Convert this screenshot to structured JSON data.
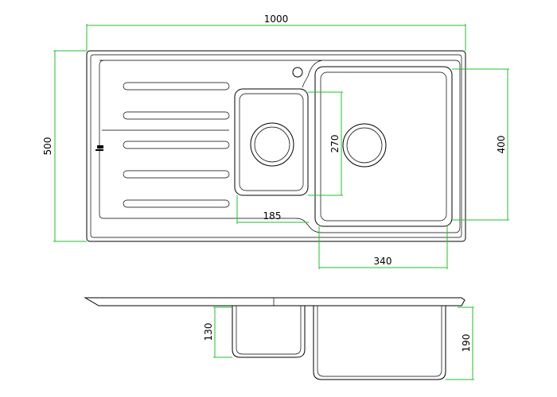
{
  "dimensions": {
    "overall_width": "1000",
    "overall_depth": "500",
    "small_bowl_width": "185",
    "bowl_height": "270",
    "large_bowl_width": "340",
    "large_bowl_depth": "400",
    "small_bowl_depth": "130",
    "large_bowl_section_depth": "190"
  },
  "colors": {
    "outline": "#000000",
    "dimension_lines": "#22c22a",
    "background": "#ffffff"
  },
  "icons": {
    "brand_mark": "brand-logo-icon"
  }
}
